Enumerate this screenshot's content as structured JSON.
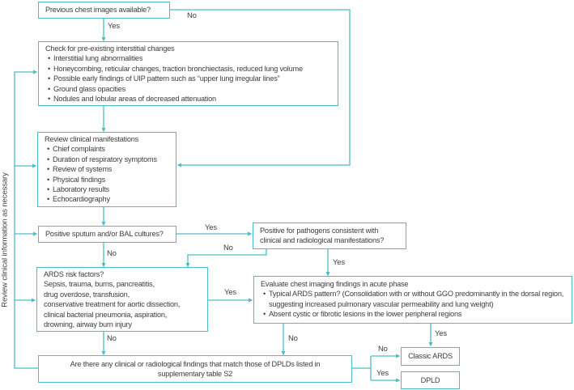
{
  "figure": {
    "kind": "diagnostic-flowchart"
  },
  "colors": {
    "accent": "#4abdc7",
    "text": "#3d3d3d",
    "background": "#ffffff"
  },
  "side_note": "Review clinical information as necessary",
  "nodes": {
    "previous": {
      "title": "Previous chest images available?"
    },
    "check": {
      "title": "Check for pre-existing interstitial changes",
      "items": [
        "Interstitial lung abnormalities",
        "Honeycombing, reticular changes, traction bronchiectasis, reduced lung volume",
        "Possible early findings of UIP pattern such as “upper lung irregular lines”",
        "Ground glass opacities",
        "Nodules and lobular areas of decreased attenuation"
      ]
    },
    "review": {
      "title": "Review clinical manifestations",
      "items": [
        "Chief complaints",
        "Duration of respiratory symptoms",
        "Review of systems",
        "Physical findings",
        "Laboratory results",
        "Echocardiography"
      ]
    },
    "sputum": {
      "title": "Positive sputum and/or BAL cultures?"
    },
    "ards_risk": {
      "title": "ARDS risk factors?",
      "lines": [
        "Sepsis, trauma, burns, pancreatitis,",
        "drug overdose, transfusion,",
        "conservative treatment for aortic dissection,",
        "clinical bacterial pneumonia, aspiration,",
        "drowning, airway burn injury"
      ]
    },
    "pathogens": {
      "lines": [
        "Positive for pathogens consistent with",
        "clinical and radiological manifestations?"
      ]
    },
    "evaluate": {
      "title": "Evaluate chest imaging findings in acute phase",
      "items": [
        "Typical ARDS pattern? (Consolidation with or without GGO predominantly in the dorsal region, suggesting increased pulmonary vascular permeability and lung weight)",
        "Absent cystic or fibrotic lesions in the lower peripheral regions"
      ]
    },
    "dpld_match": {
      "title": "Are there any clinical or radiological findings that match those of DPLDs listed in supplementary table S2"
    },
    "classic_ards": {
      "title": "Classic ARDS"
    },
    "dpld": {
      "title": "DPLD"
    }
  },
  "edge_labels": {
    "previous_no": "No",
    "previous_yes": "Yes",
    "sputum_yes": "Yes",
    "sputum_no": "No",
    "pathogens_no": "No",
    "pathogens_yes": "Yes",
    "ards_yes": "Yes",
    "ards_no": "No",
    "evaluate_no": "No",
    "evaluate_yes": "Yes",
    "match_no": "No",
    "match_yes": "Yes"
  }
}
